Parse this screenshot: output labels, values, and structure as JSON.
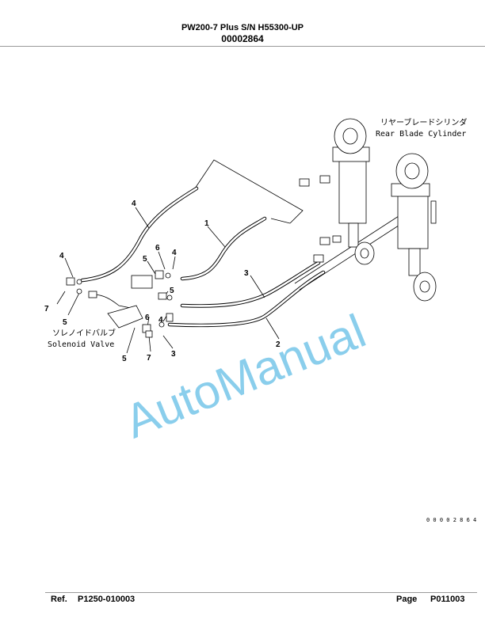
{
  "header": {
    "model": "PW200-7 Plus S/N H55300-UP",
    "doc_number": "00002864"
  },
  "diagram": {
    "labels": {
      "rear_blade_jp": "リヤーブレードシリンダ",
      "rear_blade_en": "Rear Blade Cylinder",
      "solenoid_jp": "ソレノイドバルブ",
      "solenoid_en": "Solenoid Valve",
      "figure_id": "0 0 0 0 2 8 6 4"
    },
    "callouts": [
      "1",
      "2",
      "3",
      "3",
      "4",
      "4",
      "4",
      "4",
      "5",
      "5",
      "5",
      "5",
      "6",
      "6",
      "7",
      "7"
    ],
    "watermark": "AutoManual"
  },
  "footer": {
    "ref_label": "Ref.",
    "ref_value": "P1250-010003",
    "page_label": "Page",
    "page_value": "P011003"
  }
}
